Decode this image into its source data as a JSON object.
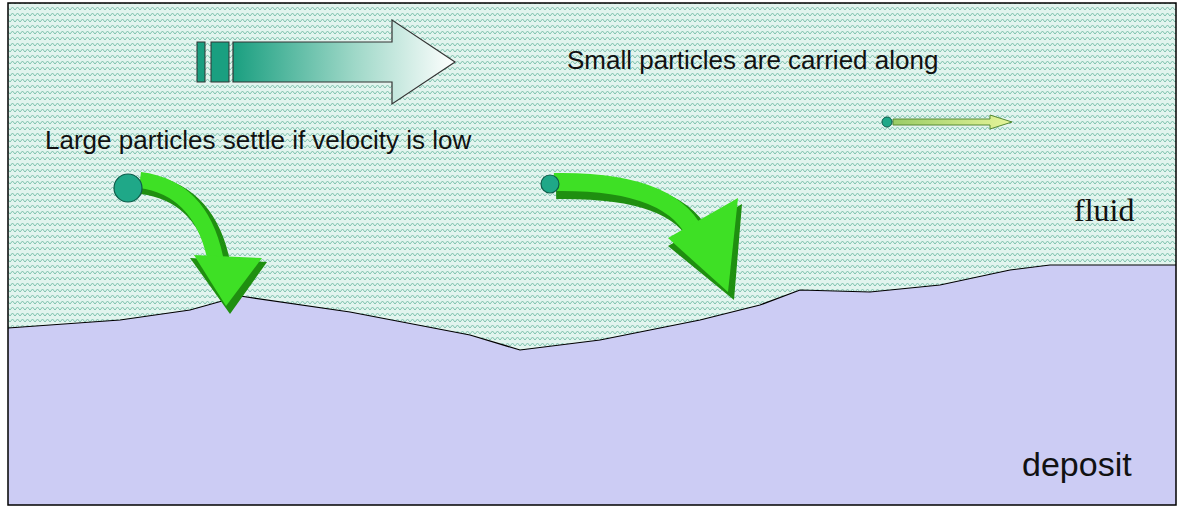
{
  "diagram": {
    "labels": [
      "Small particles are carried along",
      "Large particles settle if velocity is low",
      "fluid",
      "deposit"
    ]
  }
}
